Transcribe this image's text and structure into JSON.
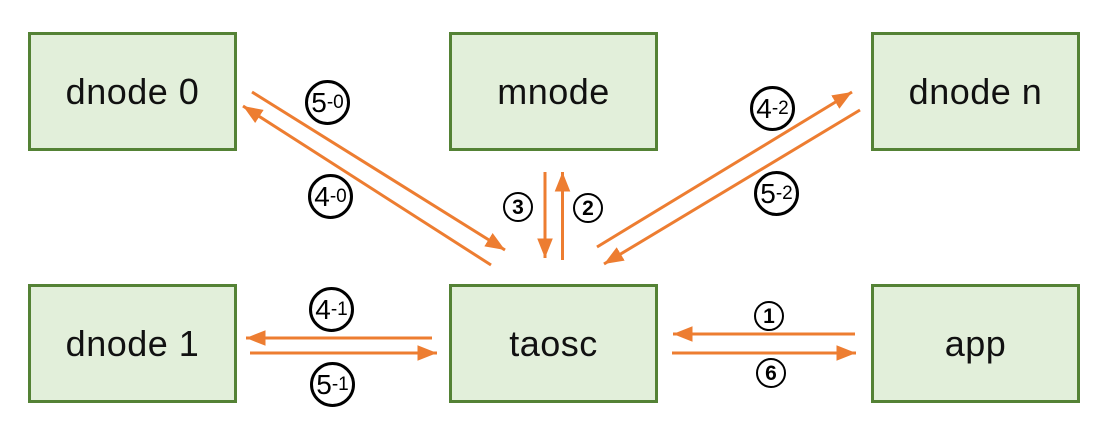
{
  "diagram": {
    "type": "architecture-flow-diagram",
    "background_color": "#ffffff",
    "colors": {
      "node_fill": "#e2efda",
      "node_border": "#548235",
      "arrow": "#ed7d31",
      "label_circle_border": "#000000",
      "text": "#111111"
    },
    "nodes": {
      "dnode0": {
        "label": "dnode 0"
      },
      "mnode": {
        "label": "mnode"
      },
      "dnoden": {
        "label": "dnode n"
      },
      "dnode1": {
        "label": "dnode 1"
      },
      "taosc": {
        "label": "taosc"
      },
      "app": {
        "label": "app"
      }
    },
    "edge_labels": {
      "l50": {
        "main": "5",
        "suffix": "-0"
      },
      "l40": {
        "main": "4",
        "suffix": "-0"
      },
      "l3": {
        "main": "3",
        "suffix": ""
      },
      "l2": {
        "main": "2",
        "suffix": ""
      },
      "l42": {
        "main": "4",
        "suffix": "-2"
      },
      "l52": {
        "main": "5",
        "suffix": "-2"
      },
      "l41": {
        "main": "4",
        "suffix": "-1"
      },
      "l51": {
        "main": "5",
        "suffix": "-1"
      },
      "l1": {
        "main": "1",
        "suffix": ""
      },
      "l6": {
        "main": "6",
        "suffix": ""
      }
    },
    "edges": [
      {
        "from": "dnode0",
        "to": "taosc",
        "label": "5-0"
      },
      {
        "from": "taosc",
        "to": "dnode0",
        "label": "4-0"
      },
      {
        "from": "mnode",
        "to": "taosc",
        "label": "3"
      },
      {
        "from": "taosc",
        "to": "mnode",
        "label": "2"
      },
      {
        "from": "taosc",
        "to": "dnoden",
        "label": "4-2"
      },
      {
        "from": "dnoden",
        "to": "taosc",
        "label": "5-2"
      },
      {
        "from": "taosc",
        "to": "dnode1",
        "label": "4-1"
      },
      {
        "from": "dnode1",
        "to": "taosc",
        "label": "5-1"
      },
      {
        "from": "app",
        "to": "taosc",
        "label": "1"
      },
      {
        "from": "taosc",
        "to": "app",
        "label": "6"
      }
    ]
  }
}
